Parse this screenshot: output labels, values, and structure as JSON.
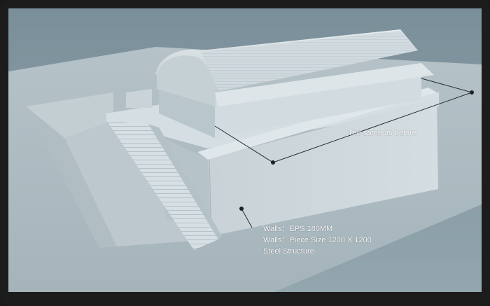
{
  "annotations": {
    "roof_note": "The same as before",
    "wall_notes": [
      "Walls：EPS 180MM",
      "Walls：Piece Size 1200 X 1200",
      "Steel Structure"
    ]
  },
  "colors": {
    "background": "#1c1c1c",
    "sky": "#6f8590",
    "ground": "#a9b7bf",
    "wall_light": "#c9d3d8",
    "wall_shadow": "#aab6bc",
    "callout_line": "#223038",
    "label_text": "#ffffff"
  }
}
